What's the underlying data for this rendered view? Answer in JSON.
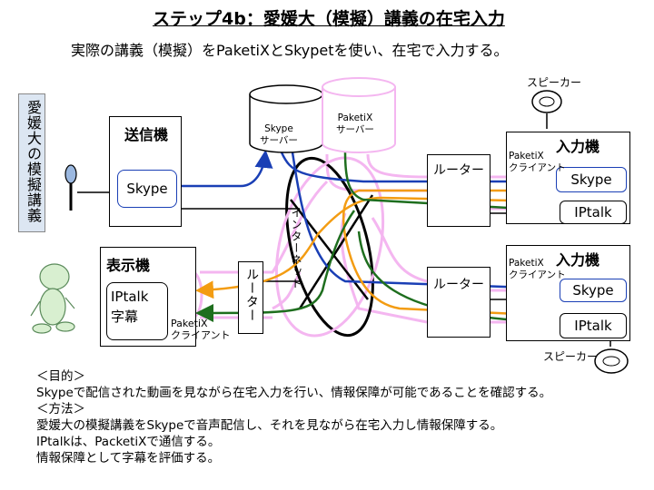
{
  "title": "ステップ4b：愛媛大（模擬）講義の在宅入力",
  "subtitle": "実際の講義（模擬）をPaketiXとSkypetを使い、在宅で入力する。",
  "diagram": {
    "lecture_label": "愛媛大の模擬講義",
    "sender": {
      "title": "送信機",
      "app": "Skype"
    },
    "display": {
      "title": "表示機",
      "app_line1": "IPtalk",
      "app_line2": "字幕",
      "client": "PaketiX\nクライアント"
    },
    "skype_server": "Skype\nサーバー",
    "paketix_server": "PaketiX\nサーバー",
    "internet": "インターネット",
    "router_left": "ルーター",
    "router_top": "ルーター",
    "router_bottom": "ルーター",
    "input1": {
      "title": "入力機",
      "client": "PaketiX\nクライアント",
      "skype": "Skype",
      "iptalk": "IPtalk"
    },
    "input2": {
      "title": "入力機",
      "client": "PaketiX\nクライアント",
      "skype": "Skype",
      "iptalk": "IPtalk"
    },
    "speaker_top": "スピーカー",
    "speaker_bottom": "スピーカー",
    "colors": {
      "blue": "#1a3fb5",
      "green": "#1e6e1e",
      "orange": "#f39c12",
      "pink": "#f4b6f0",
      "lecture_bg": "#dce6f2"
    }
  },
  "notes": [
    "＜目的＞",
    "Skypeで配信された動画を見ながら在宅入力を行い、情報保障が可能であることを確認する。",
    "＜方法＞",
    "愛媛大の模擬講義をSkypeで音声配信し、それを見ながら在宅入力し情報保障する。",
    "IPtalkは、PacketiXで通信する。",
    "情報保障として字幕を評価する。"
  ]
}
